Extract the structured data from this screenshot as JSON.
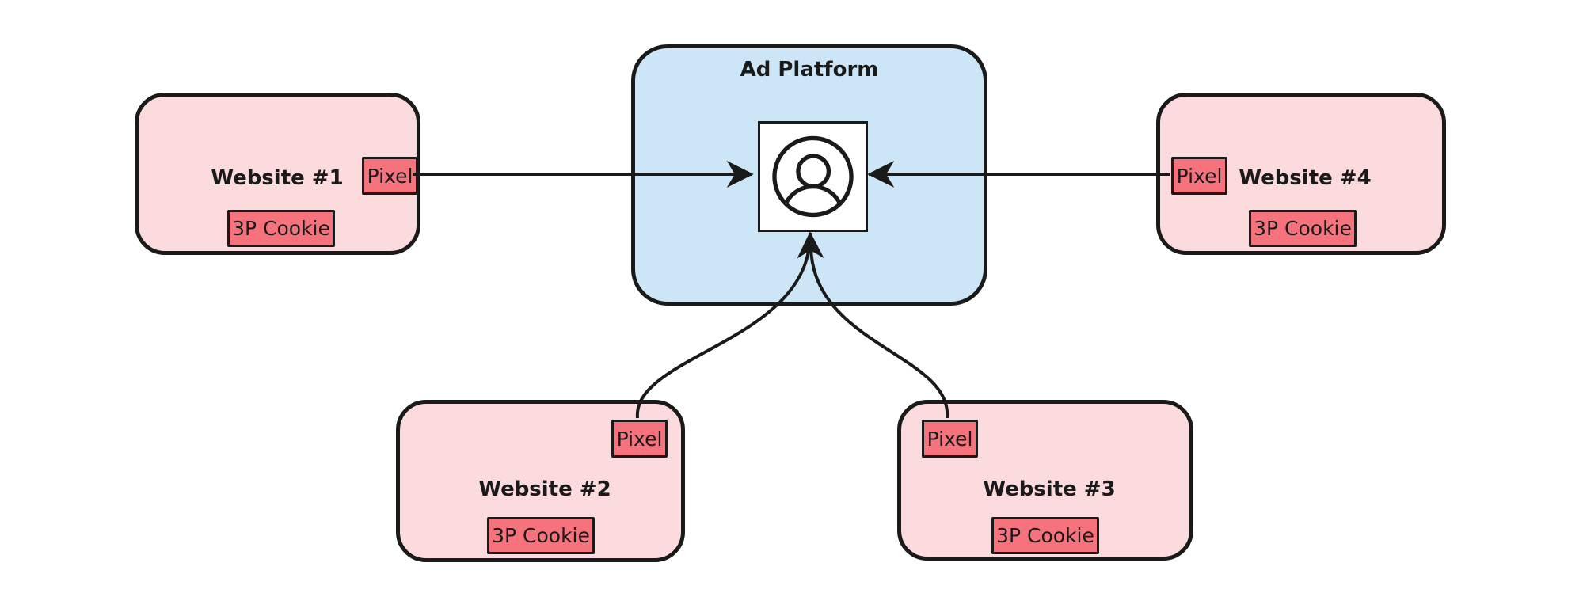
{
  "diagram": {
    "platform": {
      "label": "Ad Platform",
      "icon": "user-icon"
    },
    "websites": [
      {
        "label": "Website #1",
        "pixel": "Pixel",
        "cookie": "3P Cookie"
      },
      {
        "label": "Website #2",
        "pixel": "Pixel",
        "cookie": "3P Cookie"
      },
      {
        "label": "Website #3",
        "pixel": "Pixel",
        "cookie": "3P Cookie"
      },
      {
        "label": "Website #4",
        "pixel": "Pixel",
        "cookie": "3P Cookie"
      }
    ],
    "connections": [
      {
        "from": "Website #1 Pixel",
        "to": "Ad Platform user-icon",
        "style": "straight-arrow"
      },
      {
        "from": "Website #2 Pixel",
        "to": "Ad Platform user-icon",
        "style": "curved-arrow"
      },
      {
        "from": "Website #3 Pixel",
        "to": "Ad Platform user-icon",
        "style": "curved-arrow"
      },
      {
        "from": "Website #4 Pixel",
        "to": "Ad Platform user-icon",
        "style": "straight-arrow"
      }
    ],
    "colors": {
      "website_fill": "#fbdbde",
      "badge_fill": "#f6737d",
      "platform_fill": "#cde6f7",
      "stroke": "#1a1a1a",
      "background": "#ffffff"
    }
  }
}
